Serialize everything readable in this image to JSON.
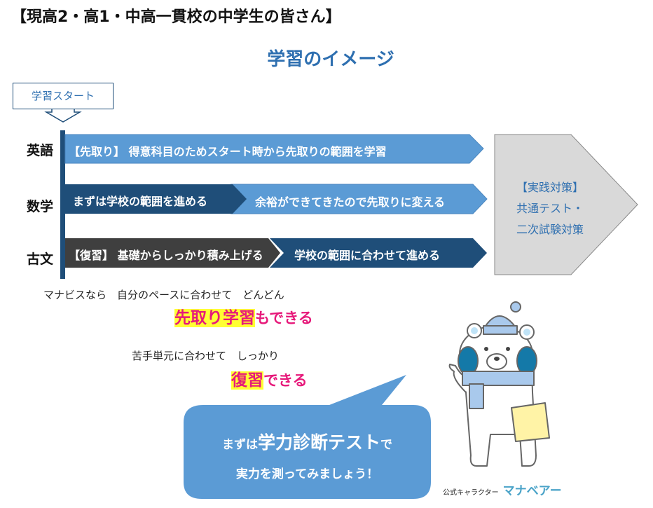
{
  "title": "【現高2・高1・中高一貫校の中学生の皆さん】",
  "subtitle": "学習のイメージ",
  "start_label": "学習スタート",
  "rows": [
    {
      "label": "英語",
      "segments": [
        "【先取り】 得意科目のためスタート時から先取りの範囲を学習"
      ]
    },
    {
      "label": "数学",
      "segments": [
        "まずは学校の範囲を進める",
        "余裕ができてきたので先取りに変える"
      ]
    },
    {
      "label": "古文",
      "segments": [
        "【復習】 基礎からしっかり積み上げる",
        "学校の範囲に合わせて進める"
      ]
    }
  ],
  "final_stage": {
    "lines": [
      "【実践対策】",
      "共通テスト・",
      "二次試験対策"
    ]
  },
  "message1": {
    "lead": "マナビスなら　自分のペースに合わせて　どんどん",
    "highlight": "先取り学習",
    "tail": "もできる"
  },
  "message2": {
    "lead": "苦手単元に合わせて　しっかり",
    "highlight": "復習",
    "tail": "できる"
  },
  "bubble": {
    "pre": "まずは",
    "big": "学力診断テスト",
    "post": "で",
    "line2": "実力を測ってみましょう！"
  },
  "character": {
    "caption": "公式キャラクター",
    "name": "マナベアー"
  },
  "colors": {
    "navy": "#1f4e79",
    "blue": "#5b9bd5",
    "dark": "#3f3f3f",
    "gray": "#d9d9d9",
    "pink": "#e6197a"
  }
}
